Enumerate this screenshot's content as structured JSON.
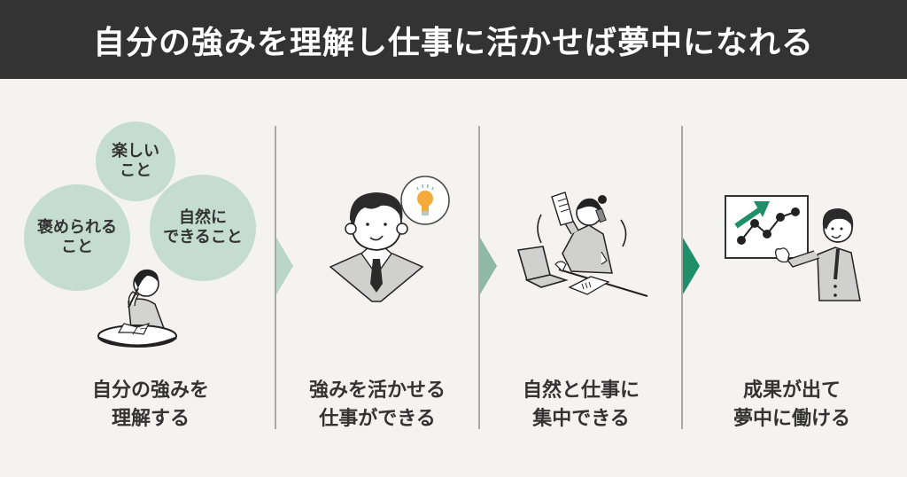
{
  "header": {
    "title": "自分の強みを理解し仕事に活かせば夢中になれる"
  },
  "colors": {
    "background": "#f4f3ef",
    "header_bg": "#333333",
    "header_text": "#ffffff",
    "bubble": "#c5dcd1",
    "arrow_1": "#b9d6c9",
    "arrow_2": "#8fb8a5",
    "arrow_3": "#1f8f69",
    "divider": "#a9a9a6",
    "bulb": "#f5a93b",
    "chart_arrow": "#1f8f69"
  },
  "step1": {
    "bubbles": [
      {
        "line1": "楽しい",
        "line2": "こと"
      },
      {
        "line1": "褒められる",
        "line2": "こと"
      },
      {
        "line1": "自然に",
        "line2": "できること"
      }
    ],
    "illustration": "person-thinking-at-table",
    "label_line1": "自分の強みを",
    "label_line2": "理解する"
  },
  "step2": {
    "illustration": "businessman-with-idea-bulb",
    "label_line1": "強みを活かせる",
    "label_line2": "仕事ができる"
  },
  "step3": {
    "illustration": "woman-multitasking-at-desk",
    "label_line1": "自然と仕事に",
    "label_line2": "集中できる"
  },
  "step4": {
    "illustration": "businessman-presenting-growth-chart",
    "label_line1": "成果が出て",
    "label_line2": "夢中に働ける"
  }
}
